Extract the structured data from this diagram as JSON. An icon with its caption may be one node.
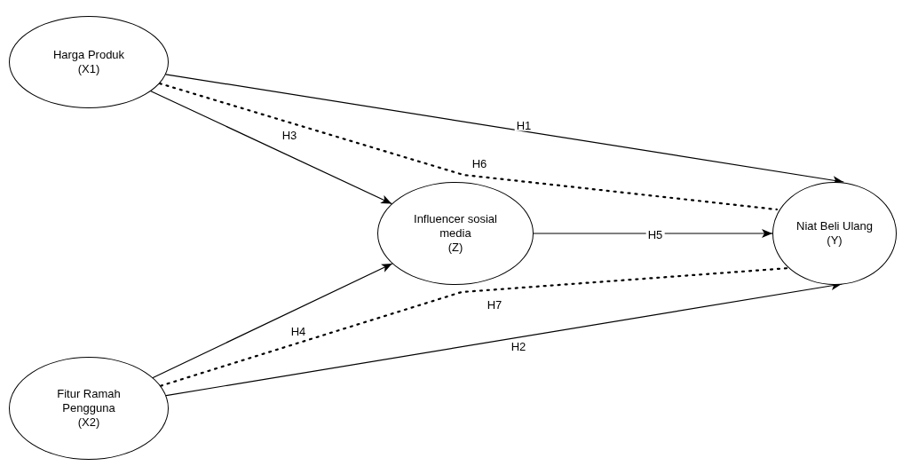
{
  "diagram": {
    "nodes": [
      {
        "text": [
          "Harga Produk",
          "(X1)"
        ]
      },
      {
        "text": [
          "Influencer sosial media",
          "(Z)"
        ]
      },
      {
        "text": [
          "Niat Beli Ulang",
          "(Y)"
        ]
      },
      {
        "text": [
          "Fitur Ramah Pengguna",
          "(X2)"
        ]
      }
    ],
    "edges": [
      {
        "from": 0,
        "to": 2,
        "arrow": "to",
        "label": "H1"
      },
      {
        "from": 0,
        "to": 1,
        "arrow": "to",
        "label": "H3"
      },
      {
        "from": 0,
        "to": 2,
        "arrow": "none",
        "label": "H6",
        "style": "dashed"
      },
      {
        "from": 1,
        "to": 2,
        "arrow": "to",
        "label": "H5"
      },
      {
        "from": 3,
        "to": 1,
        "arrow": "to",
        "label": "H4"
      },
      {
        "from": 3,
        "to": 2,
        "arrow": "none",
        "label": "H7",
        "style": "dashed"
      },
      {
        "from": 3,
        "to": 2,
        "arrow": "to",
        "label": "H2"
      }
    ]
  }
}
